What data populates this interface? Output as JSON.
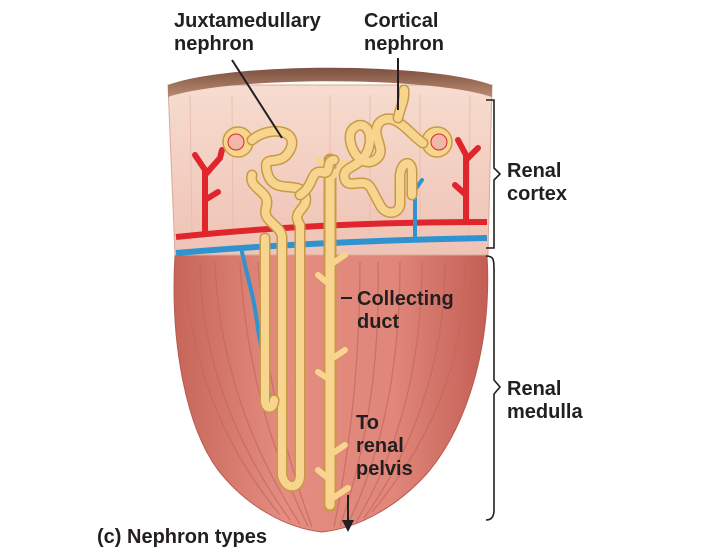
{
  "labels": {
    "juxtamedullary_nephron": [
      "Juxtamedullary",
      "nephron"
    ],
    "cortical_nephron": [
      "Cortical",
      "nephron"
    ],
    "renal_cortex": [
      "Renal",
      "cortex"
    ],
    "renal_medulla": [
      "Renal",
      "medulla"
    ],
    "collecting_duct": [
      "Collecting",
      "duct"
    ],
    "to_renal_pelvis": [
      "To",
      "renal",
      "pelvis"
    ],
    "caption": "(c) Nephron types"
  },
  "colors": {
    "capsule": "#9a6a54",
    "cortex": "#f4d3c8",
    "medulla": "#dc7e72",
    "nephron": "#f7d58e",
    "nephron_outline": "#c99a45",
    "artery": "#e0252c",
    "vein": "#2f93d0",
    "text": "#231f20"
  }
}
